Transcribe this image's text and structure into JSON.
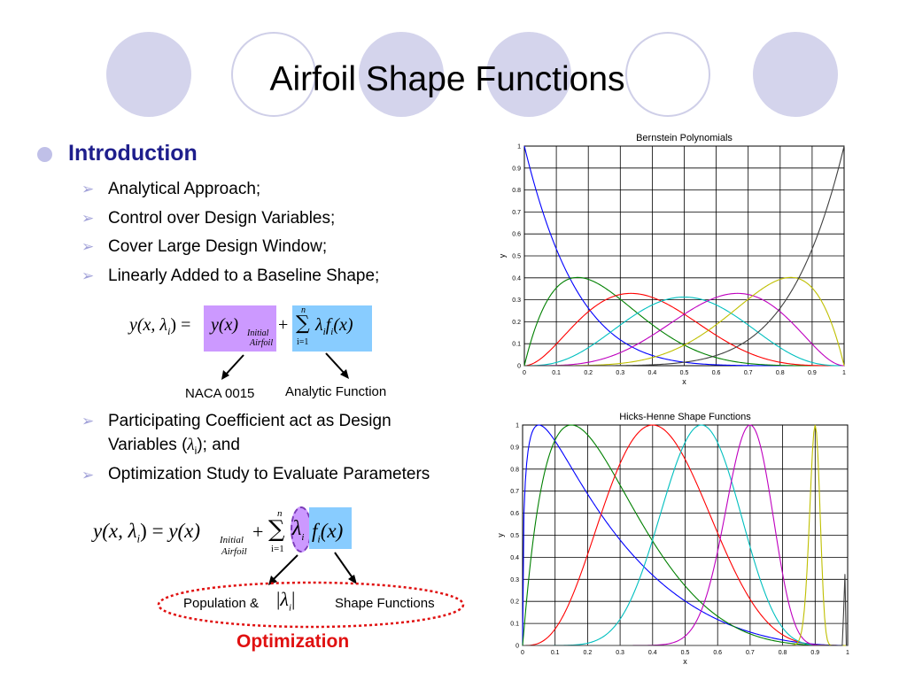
{
  "slide": {
    "title": "Airfoil Shape Functions"
  },
  "intro": {
    "heading": "Introduction",
    "items": [
      "Analytical Approach;",
      "Control over Design Variables;",
      "Cover Large Design Window;",
      "Linearly Added to a Baseline Shape;"
    ],
    "items2": [
      "Participating Coefficient act as Design",
      "Optimization Study to Evaluate Parameters"
    ],
    "item2_line2_pre": "Variables (",
    "item2_lambda": "λ",
    "item2_sub": "i",
    "item2_line2_post": "); and"
  },
  "equation": {
    "lhs": "y(x, λ",
    "lhs_sub": "i",
    "lhs_close": ") =",
    "base": "y(x)",
    "base_sub1": "Initial",
    "base_sub2": "Airfoil",
    "plus": "+",
    "sum_top": "n",
    "sum_sym": "∑",
    "sum_bot": "i=1",
    "lambda": "λ",
    "lambda_sub": "i",
    "fn": "f",
    "fn_sub": "i",
    "fn_arg": "(x)",
    "label_left": "NACA 0015",
    "label_right": "Analytic Function"
  },
  "equation2": {
    "label_left": "Population &",
    "abs_lambda": "λ",
    "abs_sub": "i",
    "label_right": "Shape Functions",
    "caption": "Optimization"
  },
  "colors": {
    "heading": "#1e1e8c",
    "optimization": "#e01010",
    "purple_box": "#cc99ff",
    "blue_box": "#88ccff"
  },
  "chart_data": [
    {
      "type": "line",
      "title": "Bernstein Polynomials",
      "xlabel": "x",
      "ylabel": "y",
      "xlim": [
        0,
        1
      ],
      "ylim": [
        0,
        1
      ],
      "xticks": [
        "0",
        "0.1",
        "0.2",
        "0.3",
        "0.4",
        "0.5",
        "0.6",
        "0.7",
        "0.8",
        "0.9",
        "1"
      ],
      "yticks": [
        "0",
        "0.1",
        "0.2",
        "0.3",
        "0.4",
        "0.5",
        "0.6",
        "0.7",
        "0.8",
        "0.9",
        "1"
      ],
      "grid": true,
      "degree": 6,
      "series": [
        {
          "k": 0,
          "color": "#0000ff",
          "peak_x": 0,
          "peak_y": 1
        },
        {
          "k": 1,
          "color": "#008000",
          "peak_x": 0.17,
          "peak_y": 0.4
        },
        {
          "k": 2,
          "color": "#ff0000",
          "peak_x": 0.33,
          "peak_y": 0.33
        },
        {
          "k": 3,
          "color": "#00bfbf",
          "peak_x": 0.5,
          "peak_y": 0.31
        },
        {
          "k": 4,
          "color": "#bf00bf",
          "peak_x": 0.67,
          "peak_y": 0.33
        },
        {
          "k": 5,
          "color": "#bfbf00",
          "peak_x": 0.83,
          "peak_y": 0.4
        },
        {
          "k": 6,
          "color": "#404040",
          "peak_x": 1,
          "peak_y": 1
        }
      ]
    },
    {
      "type": "line",
      "title": "Hicks-Henne Shape Functions",
      "xlabel": "x",
      "ylabel": "y",
      "xlim": [
        0,
        1
      ],
      "ylim": [
        0,
        1
      ],
      "xticks": [
        "0",
        "0.1",
        "0.2",
        "0.3",
        "0.4",
        "0.5",
        "0.6",
        "0.7",
        "0.8",
        "0.9",
        "1"
      ],
      "yticks": [
        "0",
        "0.1",
        "0.2",
        "0.3",
        "0.4",
        "0.5",
        "0.6",
        "0.7",
        "0.8",
        "0.9",
        "1"
      ],
      "grid": true,
      "series": [
        {
          "peak_x": 0.05,
          "width": 2,
          "color": "#0000ff"
        },
        {
          "peak_x": 0.15,
          "width": 3,
          "color": "#008000"
        },
        {
          "peak_x": 0.4,
          "width": 4,
          "color": "#ff0000"
        },
        {
          "peak_x": 0.55,
          "width": 6,
          "color": "#00bfbf"
        },
        {
          "peak_x": 0.7,
          "width": 10,
          "color": "#bf00bf"
        },
        {
          "peak_x": 0.9,
          "width": 30,
          "color": "#bfbf00"
        },
        {
          "peak_x": 0.99,
          "width": 60,
          "color": "#404040"
        }
      ]
    }
  ]
}
